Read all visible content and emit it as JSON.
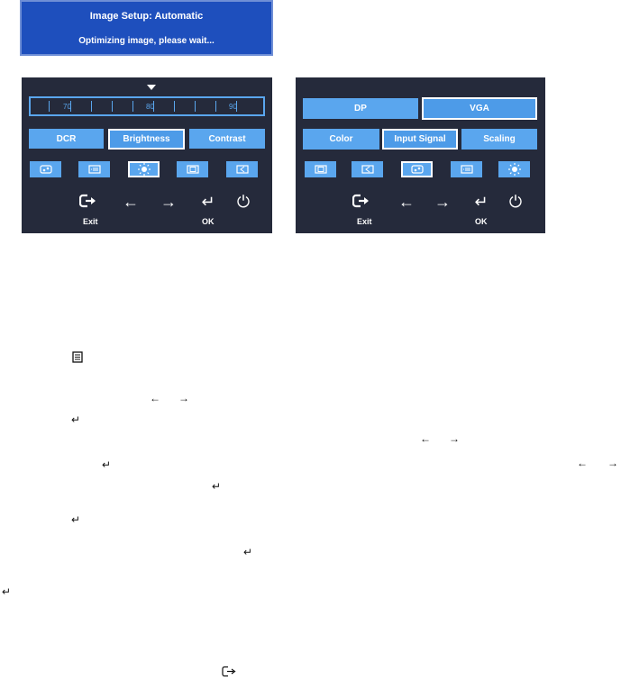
{
  "status_banner": {
    "title": "Image Setup: Automatic",
    "message": "Optimizing image, please wait..."
  },
  "brightness_menu": {
    "slider": {
      "ticks": [
        "70",
        "80",
        "90"
      ],
      "value": 80,
      "min": 65,
      "max": 95
    },
    "tabs": [
      {
        "label": "DCR",
        "selected": false
      },
      {
        "label": "Brightness",
        "selected": true
      },
      {
        "label": "Contrast",
        "selected": false
      }
    ],
    "icon_row_selected": 2
  },
  "input_menu": {
    "options": [
      {
        "label": "DP",
        "selected": false
      },
      {
        "label": "VGA",
        "selected": true
      }
    ],
    "tabs": [
      {
        "label": "Color",
        "selected": false
      },
      {
        "label": "Input Signal",
        "selected": true
      },
      {
        "label": "Scaling",
        "selected": false
      }
    ],
    "icon_row_selected": 2
  },
  "controls": {
    "exit_label": "Exit",
    "ok_label": "OK"
  },
  "colors": {
    "banner_bg": "#1e4fbd",
    "panel_bg": "#252a3b",
    "accent": "#5aa6ee"
  }
}
